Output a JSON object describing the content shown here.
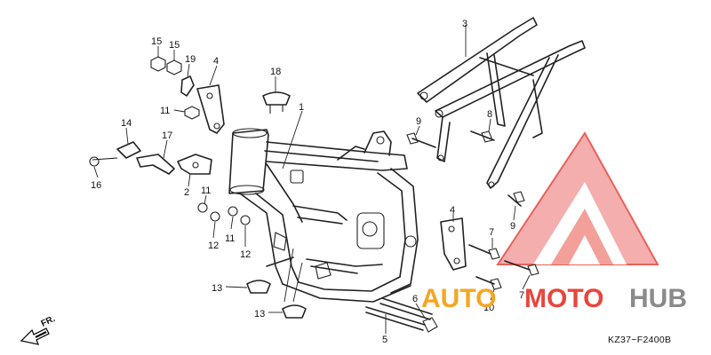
{
  "callouts": [
    "1",
    "2",
    "3",
    "4",
    "4",
    "5",
    "6",
    "7",
    "7",
    "8",
    "9",
    "9",
    "10",
    "11",
    "11",
    "11",
    "12",
    "12",
    "13",
    "13",
    "14",
    "15",
    "15",
    "16",
    "17",
    "18",
    "19"
  ],
  "diagram_code": "KZ37−F2400B",
  "direction_label": "FR.",
  "watermark": {
    "word_1": "AUTO",
    "word_2": "MOTO",
    "word_3": "HUB",
    "color_orange": "#f5a623",
    "color_red": "#e8463c",
    "color_gray": "#8a8a8a"
  }
}
